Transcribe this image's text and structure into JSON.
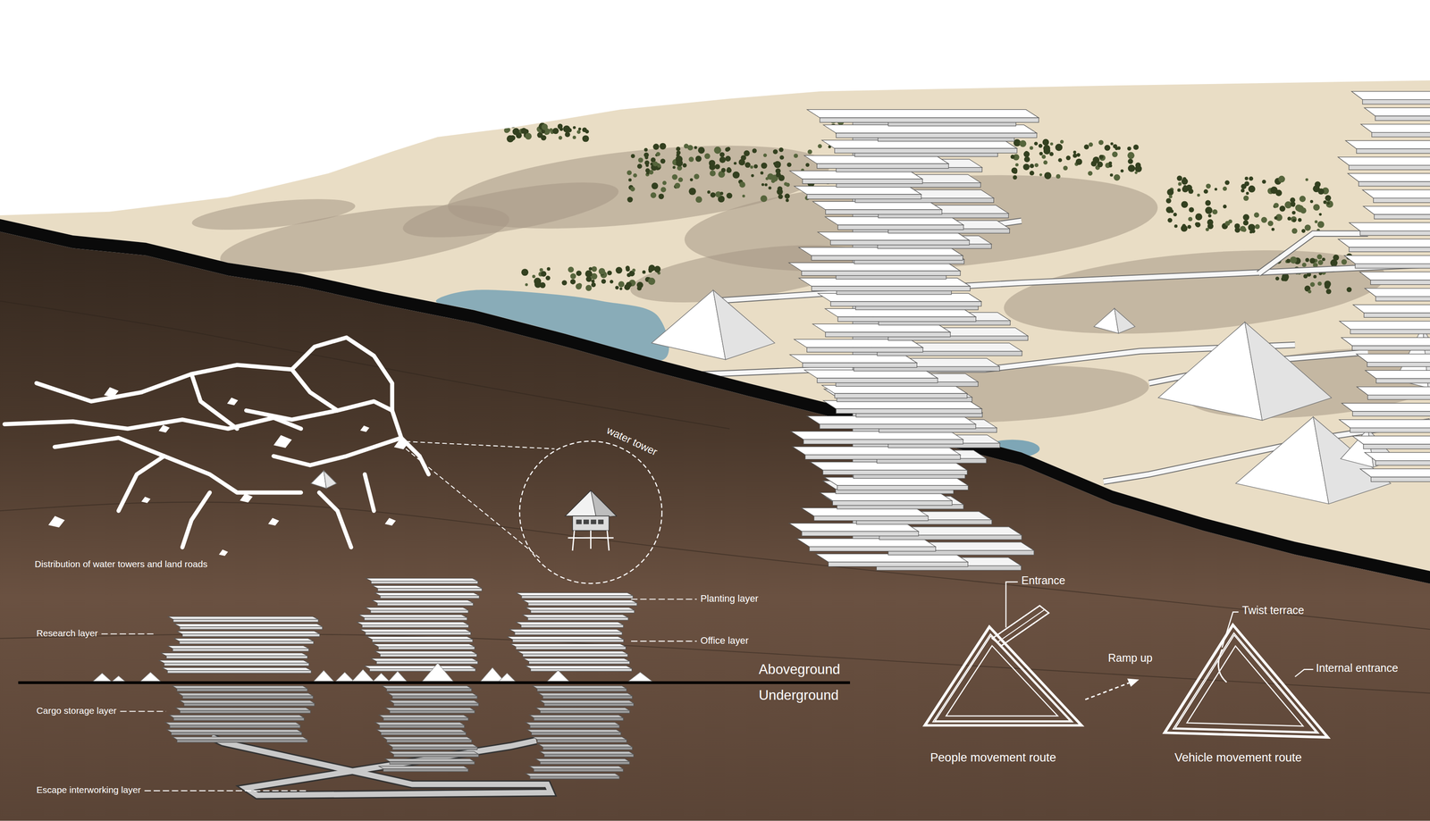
{
  "diagram": {
    "nodes": [
      {
        "text": [
          "water tower"
        ]
      }
    ],
    "labels": [
      "Distribution of water towers and land roads",
      "Planting layer",
      "Office layer",
      "Research layer",
      "Aboveground",
      "Underground",
      "Cargo storage layer",
      "Escape interworking layer",
      "Entrance",
      "Ramp up",
      "People movement route",
      "Twist terrace",
      "Internal entrance",
      "Vehicle movement route"
    ]
  }
}
